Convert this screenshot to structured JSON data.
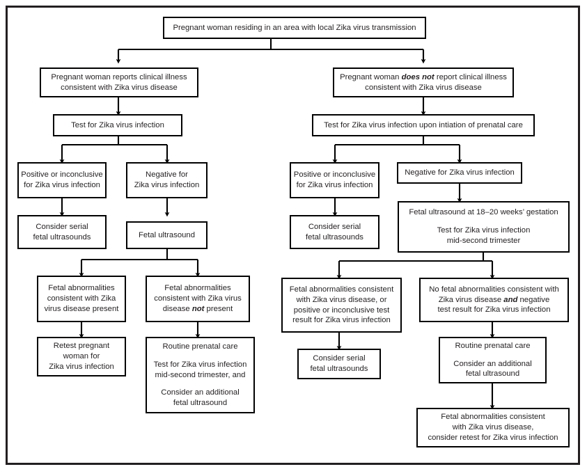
{
  "figure": {
    "type": "flowchart",
    "title": "Zika virus testing and management algorithm for pregnant women residing in an area with local Zika virus transmission",
    "border_color": "#231f20",
    "box_border_color": "#000000",
    "background": "#ffffff"
  },
  "nodes": {
    "root": {
      "id": "root",
      "lines": [
        "Pregnant woman residing in an area with local Zika virus transmission"
      ]
    },
    "symptomatic": {
      "id": "symptomatic",
      "lines": [
        "Pregnant woman reports clinical illness",
        "consistent with Zika virus disease"
      ]
    },
    "asymptomatic": {
      "id": "asymptomatic",
      "line1_pre": "Pregnant woman ",
      "line1_em": "does not",
      "line1_post": " report clinical illness",
      "line2": "consistent with Zika virus disease"
    },
    "test_symptomatic": {
      "id": "test-symptomatic",
      "lines": [
        "Test for Zika virus infection"
      ]
    },
    "test_asymptomatic": {
      "id": "test-asymptomatic",
      "lines": [
        "Test for Zika virus infection upon intiation of prenatal care"
      ]
    },
    "sym_positive": {
      "id": "symptomatic-positive",
      "lines": [
        "Positive or inconclusive",
        "for Zika virus infection"
      ]
    },
    "sym_negative": {
      "id": "symptomatic-negative",
      "lines": [
        "Negative for",
        "Zika virus infection"
      ]
    },
    "sym_pos_serial": {
      "id": "symptomatic-positive-serial-ultrasounds",
      "lines": [
        "Consider serial",
        "fetal ultrasounds"
      ]
    },
    "sym_neg_ultrasound": {
      "id": "symptomatic-negative-fetal-ultrasound",
      "lines": [
        "Fetal ultrasound"
      ]
    },
    "sym_abnormal_present": {
      "id": "symptomatic-abnormalities-present",
      "lines": [
        "Fetal abnormalities",
        "consistent with Zika",
        "virus disease present"
      ]
    },
    "sym_abnormal_absent": {
      "id": "symptomatic-abnormalities-not-present",
      "line1": "Fetal abnormalities",
      "line2": "consistent with Zika virus",
      "line3_pre": "disease ",
      "line3_em": "not",
      "line3_post": " present"
    },
    "sym_retest": {
      "id": "symptomatic-retest",
      "lines": [
        "Retest pregnant",
        "woman for",
        "Zika virus infection"
      ]
    },
    "sym_routine_care": {
      "id": "symptomatic-routine-prenatal-care",
      "para1": [
        "Routine prenatal care"
      ],
      "para2": [
        "Test for Zika virus infection",
        "mid-second trimester, and"
      ],
      "para3": [
        "Consider an additional",
        "fetal ultrasound"
      ]
    },
    "asym_positive": {
      "id": "asymptomatic-positive",
      "lines": [
        "Positive or inconclusive",
        "for Zika virus infection"
      ]
    },
    "asym_negative": {
      "id": "asymptomatic-negative",
      "lines": [
        "Negative for Zika virus infection"
      ]
    },
    "asym_pos_serial": {
      "id": "asymptomatic-positive-serial-ultrasounds",
      "lines": [
        "Consider serial",
        "fetal ultrasounds"
      ]
    },
    "asym_ultrasound_1820": {
      "id": "asymptomatic-ultrasound-18-20-weeks",
      "para1": [
        "Fetal ultrasound at 18–20 weeks’ gestation"
      ],
      "para2": [
        "Test for Zika virus infection",
        "mid-second trimester"
      ]
    },
    "asym_abnormal_or_positive": {
      "id": "asymptomatic-abnormalities-or-positive-test",
      "lines": [
        "Fetal abnormalities consistent",
        "with Zika virus disease, or",
        "positive or inconclusive test",
        "result for Zika virus infection"
      ]
    },
    "asym_no_abnormal_negative": {
      "id": "asymptomatic-no-abnormalities-negative-test",
      "line1": "No fetal abnormalities consistent with",
      "line2_pre": "Zika virus disease ",
      "line2_em": "and",
      "line2_post": " negative",
      "line3": "test result for Zika virus infection"
    },
    "asym_serial_2": {
      "id": "asymptomatic-consider-serial-ultrasounds-2",
      "lines": [
        "Consider serial",
        "fetal ultrasounds"
      ]
    },
    "asym_routine_care": {
      "id": "asymptomatic-routine-prenatal-care",
      "para1": [
        "Routine prenatal care"
      ],
      "para2": [
        "Consider an additional",
        "fetal ultrasound"
      ]
    },
    "asym_abnormal_retest": {
      "id": "asymptomatic-abnormalities-consider-retest",
      "lines": [
        "Fetal abnormalities consistent",
        "with Zika virus disease,",
        "consider retest for Zika virus infection"
      ]
    }
  }
}
